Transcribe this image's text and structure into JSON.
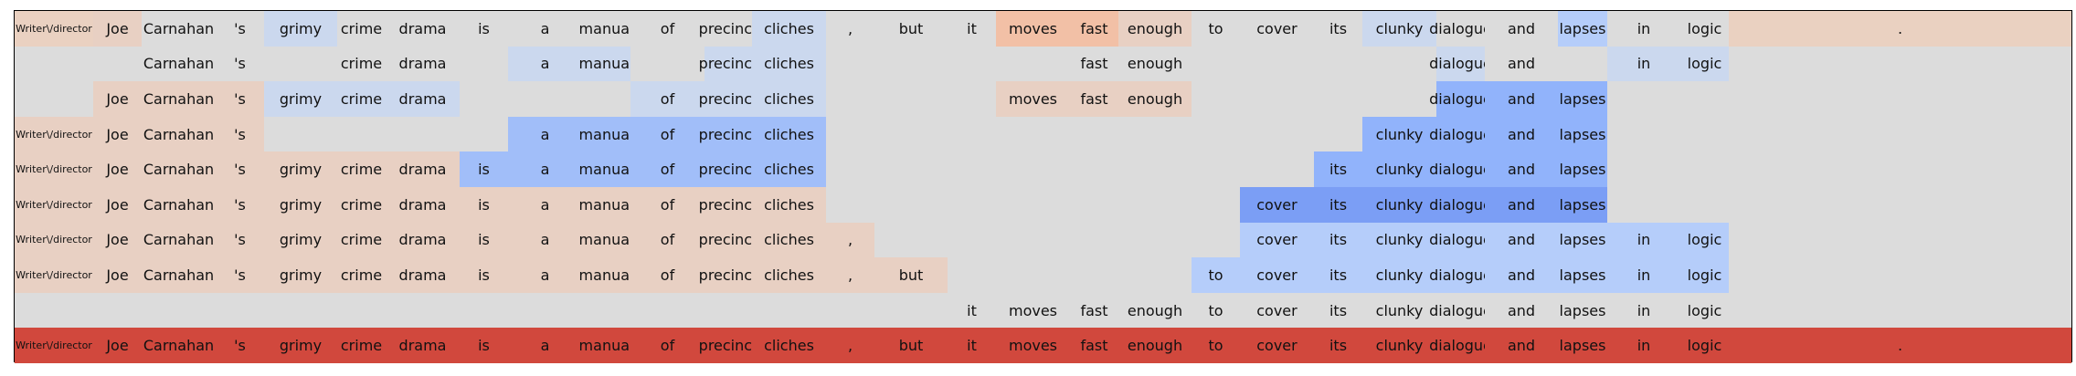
{
  "chart_data": {
    "type": "heatmap",
    "title": "",
    "xlabel": "",
    "ylabel": "",
    "grid": false,
    "legend": "none",
    "tokens": [
      "Writer\\/director",
      "Joe",
      "Carnahan",
      "'s",
      "grimy",
      "crime",
      "drama",
      "is",
      "a",
      "manual",
      "of",
      "precinct",
      "cliches",
      ",",
      "but",
      "it",
      "moves",
      "fast",
      "enough",
      "to",
      "cover",
      "its",
      "clunky",
      "dialogue",
      "and",
      "lapses",
      "in",
      "logic",
      "."
    ],
    "palette": {
      "neutral": "#dcdcdc",
      "light_blue": "#cbd8ee",
      "pale_blue": "#b5cdfa",
      "mid_blue": "#a1bef9",
      "blue": "#91b3fb",
      "deep_blue": "#7b9ef5",
      "pale_orange": "#e8d0c3",
      "light_orange": "#ead1c1",
      "orange": "#f2c0a6",
      "red": "#d1483d"
    },
    "rows": [
      {
        "shown": [
          1,
          1,
          1,
          1,
          1,
          1,
          1,
          1,
          1,
          1,
          1,
          1,
          1,
          1,
          1,
          1,
          1,
          1,
          1,
          1,
          1,
          1,
          1,
          1,
          1,
          1,
          1,
          1,
          1
        ],
        "colors": [
          "light_orange",
          "pale_orange",
          "neutral",
          "neutral",
          "light_blue",
          "neutral",
          "neutral",
          "neutral",
          "neutral",
          "neutral",
          "neutral",
          "neutral",
          "light_blue",
          "neutral",
          "neutral",
          "neutral",
          "orange",
          "orange",
          "pale_orange",
          "neutral",
          "neutral",
          "neutral",
          "light_blue",
          "neutral",
          "neutral",
          "pale_blue",
          "neutral",
          "neutral",
          "light_orange"
        ]
      },
      {
        "shown": [
          0,
          0,
          1,
          1,
          0,
          1,
          1,
          0,
          1,
          1,
          0,
          1,
          1,
          0,
          0,
          0,
          0,
          1,
          1,
          0,
          0,
          0,
          0,
          1,
          1,
          0,
          1,
          1,
          0
        ],
        "colors": [
          "neutral",
          "neutral",
          "neutral",
          "neutral",
          "neutral",
          "neutral",
          "neutral",
          "neutral",
          "light_blue",
          "light_blue",
          "neutral",
          "light_blue",
          "light_blue",
          "neutral",
          "neutral",
          "neutral",
          "neutral",
          "neutral",
          "neutral",
          "neutral",
          "neutral",
          "neutral",
          "neutral",
          "light_blue",
          "neutral",
          "neutral",
          "light_blue",
          "light_blue",
          "neutral"
        ]
      },
      {
        "shown": [
          0,
          1,
          1,
          1,
          1,
          1,
          1,
          0,
          0,
          0,
          1,
          1,
          1,
          0,
          0,
          0,
          1,
          1,
          1,
          0,
          0,
          0,
          0,
          1,
          1,
          1,
          0,
          0,
          0
        ],
        "colors": [
          "neutral",
          "pale_orange",
          "pale_orange",
          "pale_orange",
          "light_blue",
          "light_blue",
          "light_blue",
          "neutral",
          "neutral",
          "neutral",
          "light_blue",
          "light_blue",
          "light_blue",
          "neutral",
          "neutral",
          "neutral",
          "pale_orange",
          "pale_orange",
          "pale_orange",
          "neutral",
          "neutral",
          "neutral",
          "neutral",
          "blue",
          "blue",
          "blue",
          "neutral",
          "neutral",
          "neutral"
        ]
      },
      {
        "shown": [
          1,
          1,
          1,
          1,
          0,
          0,
          0,
          0,
          1,
          1,
          1,
          1,
          1,
          0,
          0,
          0,
          0,
          0,
          0,
          0,
          0,
          0,
          1,
          1,
          1,
          1,
          0,
          0,
          0
        ],
        "colors": [
          "pale_orange",
          "pale_orange",
          "pale_orange",
          "pale_orange",
          "neutral",
          "neutral",
          "neutral",
          "neutral",
          "mid_blue",
          "mid_blue",
          "mid_blue",
          "mid_blue",
          "mid_blue",
          "neutral",
          "neutral",
          "neutral",
          "neutral",
          "neutral",
          "neutral",
          "neutral",
          "neutral",
          "neutral",
          "blue",
          "blue",
          "blue",
          "blue",
          "neutral",
          "neutral",
          "neutral"
        ]
      },
      {
        "shown": [
          1,
          1,
          1,
          1,
          1,
          1,
          1,
          1,
          1,
          1,
          1,
          1,
          1,
          0,
          0,
          0,
          0,
          0,
          0,
          0,
          0,
          1,
          1,
          1,
          1,
          1,
          0,
          0,
          0
        ],
        "colors": [
          "pale_orange",
          "pale_orange",
          "pale_orange",
          "pale_orange",
          "pale_orange",
          "pale_orange",
          "pale_orange",
          "mid_blue",
          "mid_blue",
          "mid_blue",
          "mid_blue",
          "mid_blue",
          "mid_blue",
          "neutral",
          "neutral",
          "neutral",
          "neutral",
          "neutral",
          "neutral",
          "neutral",
          "neutral",
          "blue",
          "blue",
          "blue",
          "blue",
          "blue",
          "neutral",
          "neutral",
          "neutral"
        ]
      },
      {
        "shown": [
          1,
          1,
          1,
          1,
          1,
          1,
          1,
          1,
          1,
          1,
          1,
          1,
          1,
          0,
          0,
          0,
          0,
          0,
          0,
          0,
          1,
          1,
          1,
          1,
          1,
          1,
          0,
          0,
          0
        ],
        "colors": [
          "pale_orange",
          "pale_orange",
          "pale_orange",
          "pale_orange",
          "pale_orange",
          "pale_orange",
          "pale_orange",
          "pale_orange",
          "pale_orange",
          "pale_orange",
          "pale_orange",
          "pale_orange",
          "pale_orange",
          "neutral",
          "neutral",
          "neutral",
          "neutral",
          "neutral",
          "neutral",
          "neutral",
          "deep_blue",
          "deep_blue",
          "deep_blue",
          "deep_blue",
          "deep_blue",
          "deep_blue",
          "neutral",
          "neutral",
          "neutral"
        ]
      },
      {
        "shown": [
          1,
          1,
          1,
          1,
          1,
          1,
          1,
          1,
          1,
          1,
          1,
          1,
          1,
          1,
          0,
          0,
          0,
          0,
          0,
          0,
          1,
          1,
          1,
          1,
          1,
          1,
          1,
          1,
          0
        ],
        "colors": [
          "pale_orange",
          "pale_orange",
          "pale_orange",
          "pale_orange",
          "pale_orange",
          "pale_orange",
          "pale_orange",
          "pale_orange",
          "pale_orange",
          "pale_orange",
          "pale_orange",
          "pale_orange",
          "pale_orange",
          "pale_orange",
          "neutral",
          "neutral",
          "neutral",
          "neutral",
          "neutral",
          "neutral",
          "pale_blue",
          "pale_blue",
          "pale_blue",
          "pale_blue",
          "pale_blue",
          "pale_blue",
          "pale_blue",
          "pale_blue",
          "neutral"
        ]
      },
      {
        "shown": [
          1,
          1,
          1,
          1,
          1,
          1,
          1,
          1,
          1,
          1,
          1,
          1,
          1,
          1,
          1,
          0,
          0,
          0,
          0,
          1,
          1,
          1,
          1,
          1,
          1,
          1,
          1,
          1,
          0
        ],
        "colors": [
          "pale_orange",
          "pale_orange",
          "pale_orange",
          "pale_orange",
          "pale_orange",
          "pale_orange",
          "pale_orange",
          "pale_orange",
          "pale_orange",
          "pale_orange",
          "pale_orange",
          "pale_orange",
          "pale_orange",
          "pale_orange",
          "pale_orange",
          "neutral",
          "neutral",
          "neutral",
          "neutral",
          "pale_blue",
          "pale_blue",
          "pale_blue",
          "pale_blue",
          "pale_blue",
          "pale_blue",
          "pale_blue",
          "pale_blue",
          "pale_blue",
          "neutral"
        ]
      },
      {
        "shown": [
          0,
          0,
          0,
          0,
          0,
          0,
          0,
          0,
          0,
          0,
          0,
          0,
          0,
          0,
          0,
          1,
          1,
          1,
          1,
          1,
          1,
          1,
          1,
          1,
          1,
          1,
          1,
          1,
          0
        ],
        "colors": [
          "neutral",
          "neutral",
          "neutral",
          "neutral",
          "neutral",
          "neutral",
          "neutral",
          "neutral",
          "neutral",
          "neutral",
          "neutral",
          "neutral",
          "neutral",
          "neutral",
          "neutral",
          "neutral",
          "neutral",
          "neutral",
          "neutral",
          "neutral",
          "neutral",
          "neutral",
          "neutral",
          "neutral",
          "neutral",
          "neutral",
          "neutral",
          "neutral",
          "neutral"
        ]
      },
      {
        "shown": [
          1,
          1,
          1,
          1,
          1,
          1,
          1,
          1,
          1,
          1,
          1,
          1,
          1,
          1,
          1,
          1,
          1,
          1,
          1,
          1,
          1,
          1,
          1,
          1,
          1,
          1,
          1,
          1,
          1
        ],
        "colors": [
          "red",
          "red",
          "red",
          "red",
          "red",
          "red",
          "red",
          "red",
          "red",
          "red",
          "red",
          "red",
          "red",
          "red",
          "red",
          "red",
          "red",
          "red",
          "red",
          "red",
          "red",
          "red",
          "red",
          "red",
          "red",
          "red",
          "red",
          "red",
          "red"
        ]
      }
    ]
  }
}
